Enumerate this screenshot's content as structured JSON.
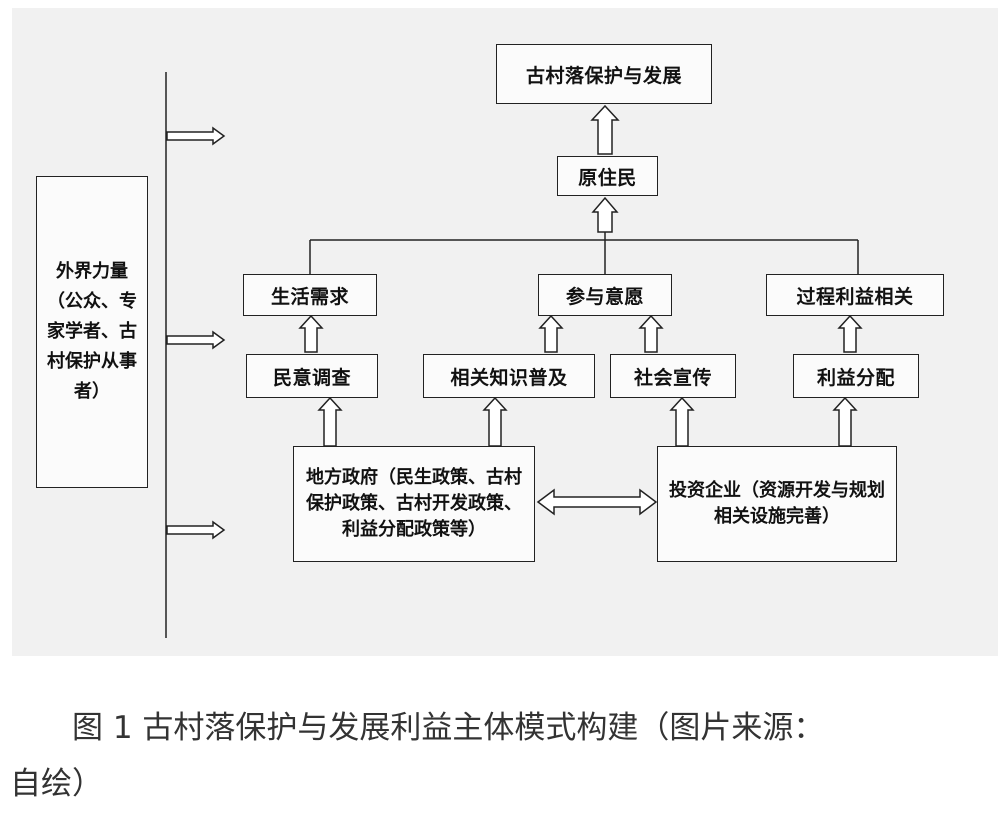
{
  "diagram": {
    "top": "古村落保护与发展",
    "resident": "原住民",
    "needs": {
      "living": "生活需求",
      "willingness": "参与意愿",
      "benefit": "过程利益相关"
    },
    "means": {
      "survey": "民意调查",
      "knowledge": "相关知识普及",
      "publicity": "社会宣传",
      "distribution": "利益分配"
    },
    "actors": {
      "government": "地方政府（民生政策、古村保护政策、古村开发政策、利益分配政策等）",
      "enterprise": "投资企业（资源开发与规划相关设施完善）",
      "external": "外界力量（公众、专家学者、古村保护从事者）"
    }
  },
  "caption": {
    "line1": "图 1 古村落保护与发展利益主体模式构建（图片来源：",
    "line2": "自绘）"
  }
}
